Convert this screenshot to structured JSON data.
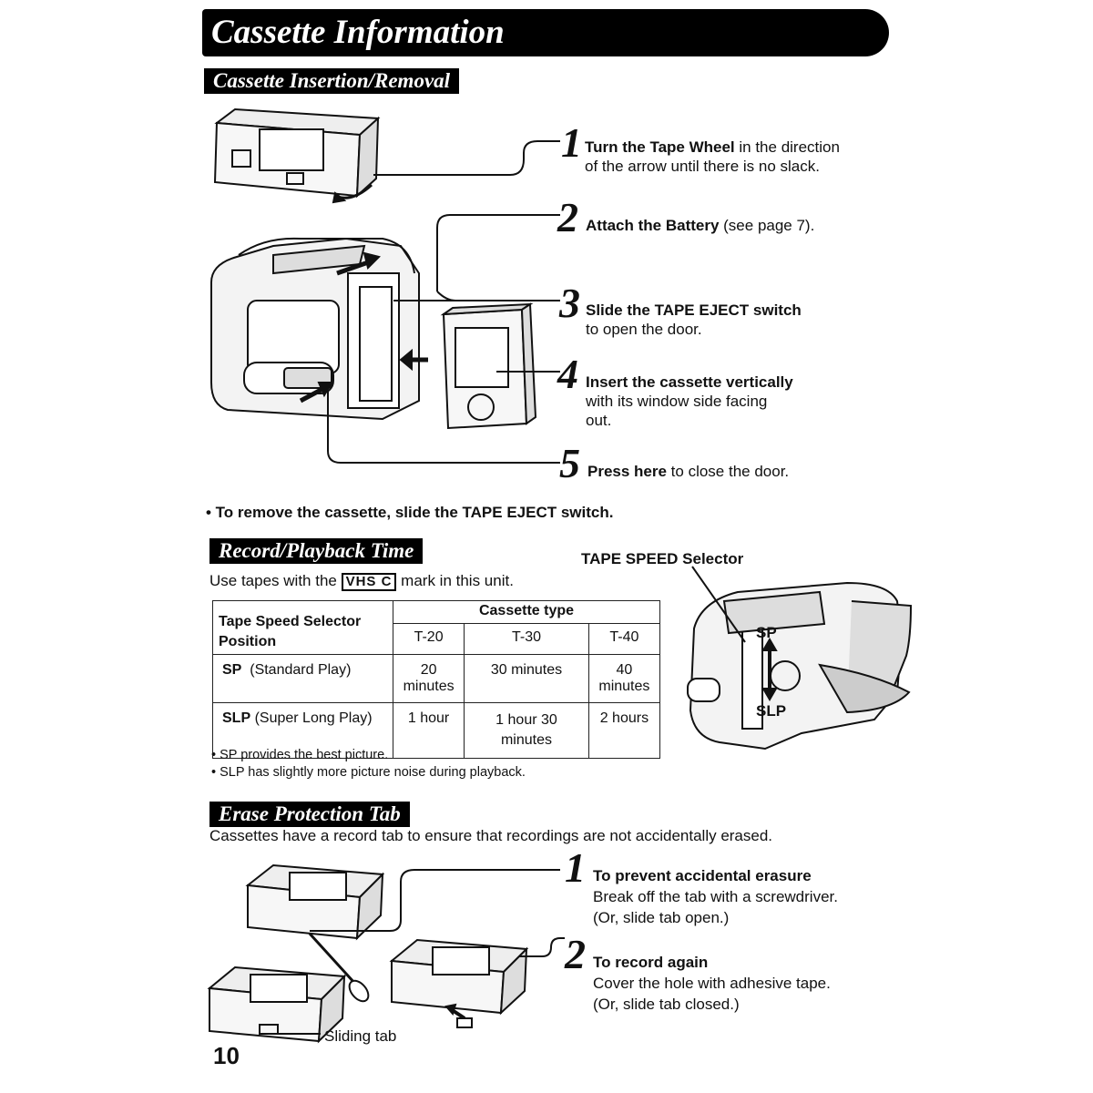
{
  "page": {
    "title": "Cassette Information",
    "page_number": "10"
  },
  "insertion": {
    "heading": "Cassette Insertion/Removal",
    "steps": [
      {
        "num": "1",
        "bold": "Turn the Tape Wheel",
        "rest": " in the direction",
        "line2": "of the arrow until there is no slack."
      },
      {
        "num": "2",
        "bold": "Attach the Battery",
        "rest": " (see page 7).",
        "line2": ""
      },
      {
        "num": "3",
        "bold": "Slide the TAPE EJECT switch",
        "rest": "",
        "line2": "to open the door."
      },
      {
        "num": "4",
        "bold": "Insert the cassette vertically",
        "rest": "",
        "line2": "with its window side facing",
        "line3": "out."
      },
      {
        "num": "5",
        "bold": "Press here",
        "rest": " to close the door.",
        "line2": ""
      }
    ],
    "remove_note": "• To remove the cassette, slide the TAPE EJECT switch."
  },
  "record": {
    "heading": "Record/Playback Time",
    "intro_before": "Use tapes with the",
    "vhs_mark": "VHS C",
    "intro_after": "mark in this unit.",
    "selector_label": "TAPE SPEED Selector",
    "sp_label": "SP",
    "slp_label": "SLP",
    "table": {
      "col0_header": "Tape Speed Selector Position",
      "group_header": "Cassette type",
      "types": [
        "T-20",
        "T-30",
        "T-40"
      ],
      "rows": [
        {
          "mode": "SP",
          "desc": "(Standard Play)",
          "values": [
            "20 minutes",
            "30 minutes",
            "40 minutes"
          ]
        },
        {
          "mode": "SLP",
          "desc": "(Super Long Play)",
          "values": [
            "1 hour",
            "1 hour 30 minutes",
            "2 hours"
          ]
        }
      ]
    },
    "notes": [
      "• SP provides the best picture.",
      "• SLP has slightly more picture noise during playback."
    ]
  },
  "erase": {
    "heading": "Erase Protection Tab",
    "intro": "Cassettes have a record tab to ensure that recordings are not accidentally erased.",
    "steps": [
      {
        "num": "1",
        "title": "To prevent accidental erasure",
        "line2": "Break off the tab with a screwdriver.",
        "line3": "(Or, slide tab open.)"
      },
      {
        "num": "2",
        "title": "To record again",
        "line2": "Cover the hole with adhesive tape.",
        "line3": "(Or, slide tab closed.)"
      }
    ],
    "sliding_tab_label": "Sliding tab"
  }
}
